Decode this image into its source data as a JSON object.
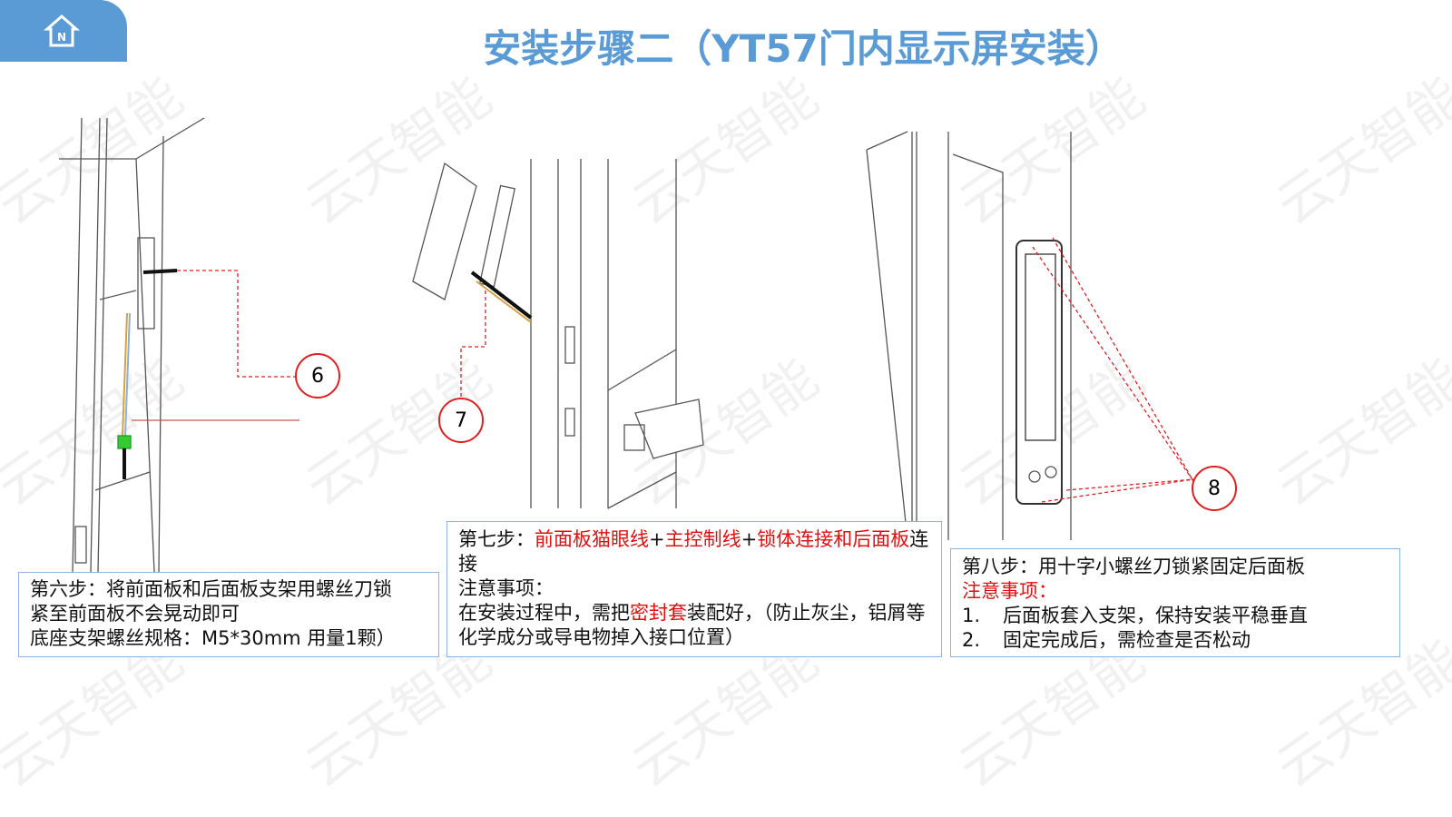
{
  "title": "安装步骤二（YT57门内显示屏安装）",
  "watermark": "云天智能",
  "callouts": [
    "6",
    "7",
    "8"
  ],
  "step6": {
    "line1": "第六步：将前面板和后面板支架用螺丝刀锁",
    "line2": "紧至前面板不会晃动即可",
    "line3": "底座支架螺丝规格：M5*30mm 用量1颗）"
  },
  "step7": {
    "prefix": "第七步：",
    "part1": "前面板猫眼线",
    "plus1": "+",
    "part2": "主控制线",
    "plus2": "+",
    "part3": "锁体连接和后面板",
    "part4": "连接",
    "notes_label": "注意事项：",
    "note_a": "在安装过程中，需把",
    "note_red": "密封套",
    "note_b": "装配好，（防止灰尘，铝屑等化学成分或导电物掉入接口位置）"
  },
  "step8": {
    "line1": "第八步：用十字小螺丝刀锁紧固定后面板",
    "notes_label": "注意事项：",
    "items": [
      {
        "num": "1.",
        "text": "后面板套入支架，保持安装平稳垂直"
      },
      {
        "num": "2.",
        "text": "固定完成后，需检查是否松动"
      }
    ]
  }
}
